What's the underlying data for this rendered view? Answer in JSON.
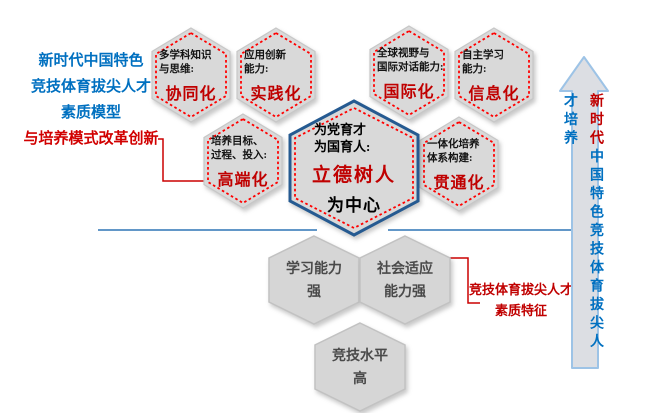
{
  "left_label": {
    "line1": "新时代中国特色",
    "line2": "竞技体育拔尖人才",
    "line3": "素质模型",
    "line4": "与培养模式改革创新"
  },
  "hexagons": {
    "qualities": [
      {
        "label": "多学科知识\n与思维:",
        "keyword": "协同化"
      },
      {
        "label": "应用创新\n能力:",
        "keyword": "实践化"
      },
      {
        "label": "全球视野与\n国际对话能力:",
        "keyword": "国际化"
      },
      {
        "label": "自主学习\n能力:",
        "keyword": "信息化"
      },
      {
        "label": "培养目标、\n过程、投入:",
        "keyword": "高端化"
      },
      {
        "label": "一体化培养\n体系构建:",
        "keyword": "贯通化"
      }
    ],
    "center": {
      "label": "为党育才\n为国育人:",
      "keyword": "立德树人",
      "suffix": "为中心"
    },
    "traits": [
      {
        "text": "学习能力\n强"
      },
      {
        "text": "社会适应\n能力强"
      },
      {
        "text": "竞技水平\n高"
      }
    ]
  },
  "feature_label": "竞技体育拔尖人才\n素质特征",
  "arrow": {
    "highlight": "新时代",
    "rest": "中国特色竞技体育拔尖人才培养"
  },
  "colors": {
    "blue_text": "#0070C0",
    "red_text": "#C00000",
    "dotted_border": "#FF0000",
    "center_border": "#255A91",
    "divider_line": "#2E75B6",
    "arrow_border": "#9DC3E6",
    "hex_fill": "#D9D9D9"
  }
}
